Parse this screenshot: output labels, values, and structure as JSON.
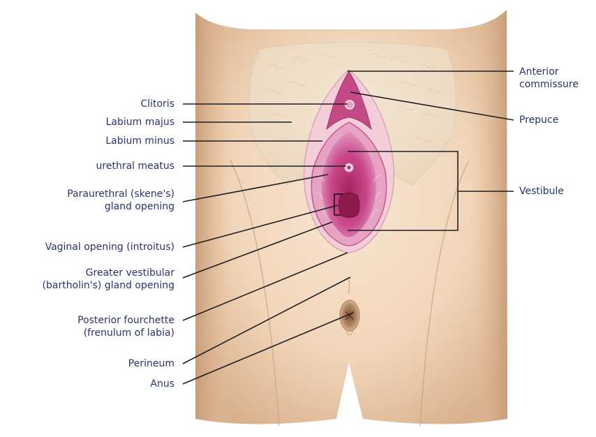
{
  "labels_left": {
    "clitoris": "Clitoris",
    "labium_majus": "Labium majus",
    "labium_minus": "Labium minus",
    "urethral_meatus": "urethral meatus",
    "paraurethral_1": "Paraurethral (skene's)",
    "paraurethral_2": "gland opening",
    "vaginal_opening": "Vaginal opening (introitus)",
    "greater_vestibular_1": "Greater vestibular",
    "greater_vestibular_2": "(bartholin's) gland opening",
    "posterior_fourchette_1": "Posterior fourchette",
    "posterior_fourchette_2": "(frenulum of labia)",
    "perineum": "Perineum",
    "anus": "Anus"
  },
  "labels_right": {
    "anterior_commissure_1": "Anterior",
    "anterior_commissure_2": "commissure",
    "prepuce": "Prepuce",
    "vestibule": "Vestibule"
  },
  "colors": {
    "label_text": "#2a3270",
    "leader_line": "#1e1e22",
    "skin_light": "#f4dcc4",
    "skin_shadow": "#c9a07c",
    "hair": "#efe1cc",
    "mucosa": "#c2407a",
    "mucosa_light": "#e69ac0"
  }
}
